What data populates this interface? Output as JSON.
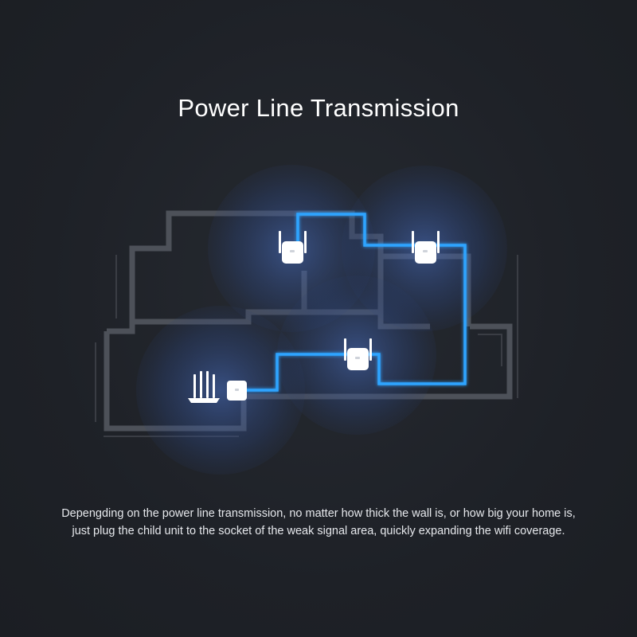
{
  "title": "Power Line Transmission",
  "caption": {
    "line1": "Depengding on the power line transmission, no matter how thick the wall is, or how big your home is,",
    "line2": "just plug the child unit to the socket of the weak signal area, quickly expanding the wifi coverage."
  },
  "colors": {
    "background": "#1e2127",
    "wall": "#50545c",
    "power_line": "#2fa4ff",
    "coverage": "#3a5ea8",
    "device": "#ffffff"
  },
  "icons": [
    "router-icon",
    "main-unit-icon",
    "extender-icon"
  ]
}
